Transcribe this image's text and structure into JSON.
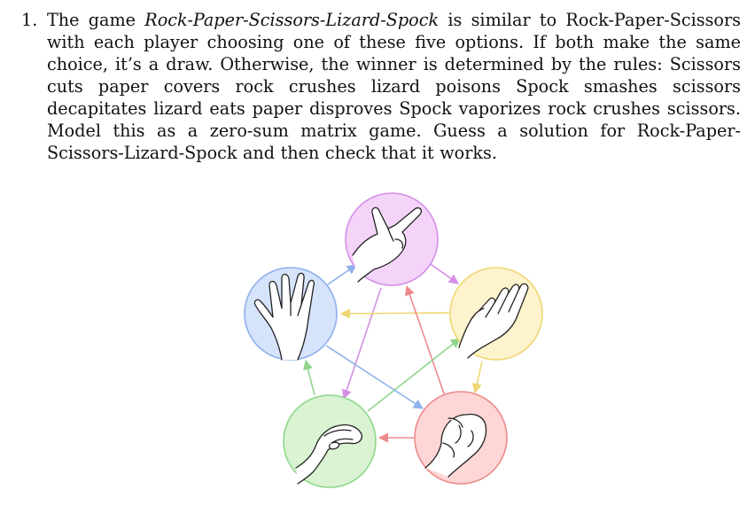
{
  "problem": {
    "number": "1.",
    "lead_in": "The game ",
    "game_name": "Rock-Paper-Scissors-Lizard-Spock",
    "body": " is similar to Rock-Paper-Scissors with each player choosing one of these five options. If both make the same choice, it’s a draw. Otherwise, the winner is determined by the rules: Scissors cuts paper covers rock crushes lizard poisons Spock smashes scissors decapitates lizard eats paper disproves Spock vaporizes rock crushes scissors. Model this as a zero-sum matrix game. Guess a solution for Rock-Paper-Scissors-Lizard-Spock and then check that it works."
  },
  "diagram": {
    "nodes": [
      {
        "name": "scissors",
        "fill": "#f4d4f9",
        "stroke": "#d58ee6"
      },
      {
        "name": "paper",
        "fill": "#fdf3cc",
        "stroke": "#eed672"
      },
      {
        "name": "rock",
        "fill": "#ffd6d6",
        "stroke": "#ec8a8a"
      },
      {
        "name": "lizard",
        "fill": "#d9f3d3",
        "stroke": "#8fd68a"
      },
      {
        "name": "spock",
        "fill": "#d5e3fb",
        "stroke": "#8eb0ea"
      }
    ],
    "arrow_colors": {
      "scissors": "#d58ee6",
      "paper": "#eed672",
      "rock": "#ec8a8a",
      "lizard": "#8fd68a",
      "spock": "#8eb0ea"
    }
  }
}
